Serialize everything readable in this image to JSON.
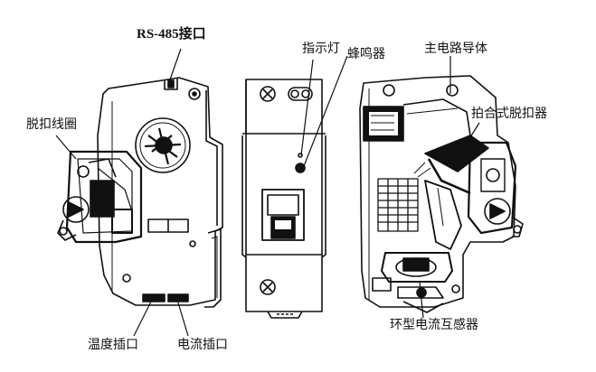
{
  "figure": {
    "labels": {
      "rs485": "RS-485接口",
      "indicator": "指示灯",
      "buzzer": "蜂鸣器",
      "main_conductor": "主电路导体",
      "trip_coil": "脱扣线圈",
      "latch_release": "拍合式脱扣器",
      "temp_port": "温度插口",
      "current_port": "电流插口",
      "ct": "环型电流互感器"
    }
  }
}
